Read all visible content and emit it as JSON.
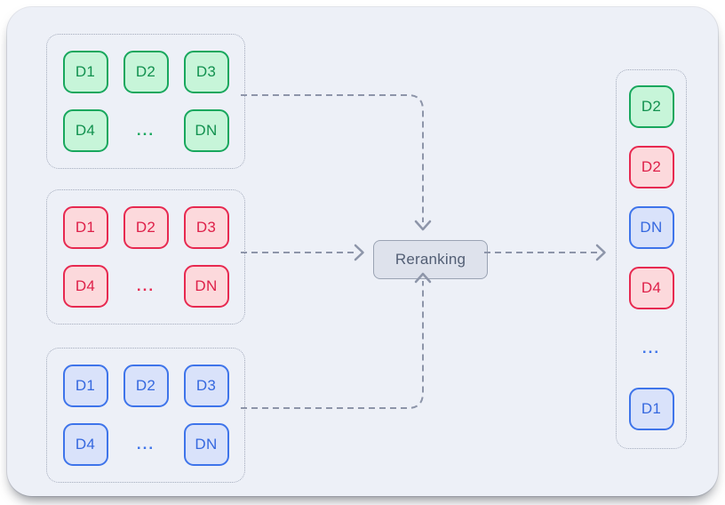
{
  "rerank": {
    "label": "Reranking"
  },
  "groups": [
    {
      "name": "green-retrieval-list",
      "color": "green",
      "items": [
        "D1",
        "D2",
        "D3",
        "D4",
        "...",
        "DN"
      ]
    },
    {
      "name": "red-retrieval-list",
      "color": "red",
      "items": [
        "D1",
        "D2",
        "D3",
        "D4",
        "...",
        "DN"
      ]
    },
    {
      "name": "blue-retrieval-list",
      "color": "blue",
      "items": [
        "D1",
        "D2",
        "D3",
        "D4",
        "...",
        "DN"
      ]
    }
  ],
  "output": {
    "name": "reranked-list",
    "items": [
      {
        "label": "D2",
        "color": "green"
      },
      {
        "label": "D2",
        "color": "red"
      },
      {
        "label": "DN",
        "color": "blue"
      },
      {
        "label": "D4",
        "color": "red"
      },
      {
        "label": "...",
        "color": "blue"
      },
      {
        "label": "D1",
        "color": "blue"
      }
    ]
  },
  "colors": {
    "canvas_bg": "#edf0f7",
    "page_bg": "#ffffff",
    "green_fill": "#c7f5d9",
    "green_stroke": "#18a75d",
    "red_fill": "#fcd9dc",
    "red_stroke": "#e72950",
    "blue_fill": "#d9e2fa",
    "blue_stroke": "#3e74ea",
    "rerank_fill": "#dee2ec",
    "rerank_stroke": "#9aa3b3",
    "rerank_text": "#525e74",
    "connector": "#8d95a9",
    "container_border": "#a4abbc"
  }
}
